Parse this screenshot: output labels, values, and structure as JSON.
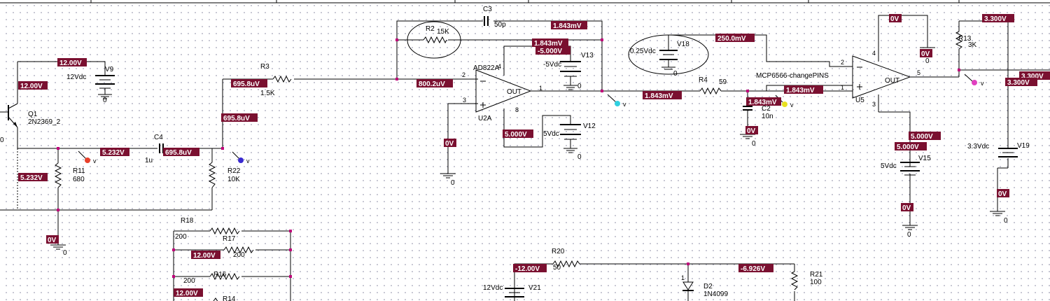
{
  "voltage_labels": {
    "v9_top": "12.00V",
    "q1_c": "12.00V",
    "r11_node": "5.232V",
    "emitter": "5.232V",
    "r3_left": "695.8uV",
    "r22_node": "695.8uV",
    "c4_right": "695.8uV",
    "gnd_r11": "0V",
    "r18_left": "12.00V",
    "r16_left": "12.00V",
    "c3_right": "1.843mV",
    "u2_in": "800.2uV",
    "u2_vplus": "1.843mV",
    "u2_vminus": "-5.000V",
    "u2_vpos": "5.000V",
    "u2_ninp": "0V",
    "u2_out": "1.843mV",
    "v18": "250.0mV",
    "u5_in1": "1.843mV",
    "c2_node": "1.843mV",
    "c2_gnd": "0V",
    "u5_top": "0V",
    "u5_gnd": "0V",
    "u5_vpos": "5.000V",
    "v15_top": "5.000V",
    "v15_gnd": "0V",
    "r13_top": "3.300V",
    "out_a": "3.300V",
    "out_b": "3.300V",
    "v19_gnd": "0V",
    "r20_left": "-12.00V",
    "d2_node": "-6.926V"
  },
  "components": {
    "v9_name": "V9",
    "v9_val": "12Vdc",
    "q1_name": "Q1",
    "q1_model": "2N2369_2",
    "r11_name": "R11",
    "r11_val": "680",
    "c4_name": "C4",
    "c4_val": "1u",
    "r22_name": "R22",
    "r22_val": "10K",
    "r3_name": "R3",
    "r3_val": "1.5K",
    "r2_name": "R2",
    "r2_val": "15K",
    "c3_name": "C3",
    "c3_val": "50p",
    "u2_model": "AD822A",
    "u2_name": "U2A",
    "u2_out_lbl": "OUT",
    "v13_name": "V13",
    "v13_val": "-5Vdc",
    "v12_name": "V12",
    "v12_val": "5Vdc",
    "v18_name": "V18",
    "v18_val": "0.25Vdc",
    "r4_name": "R4",
    "r4_val": "59",
    "c2_name": "C2",
    "c2_val": "10n",
    "u5_model": "MCP6566-changePINS",
    "u5_name": "U5",
    "u5_out_lbl": "OUT",
    "v15_name": "V15",
    "v15_val": "5Vdc",
    "r13_name": "R13",
    "r13_val": "3K",
    "v19_name": "V19",
    "v19_val": "3.3Vdc",
    "r18_name": "R18",
    "r18_val": "200",
    "r17_name": "R17",
    "r17_val": "200",
    "r16_name": "R16",
    "r16_val": "200",
    "r14_name": "R14",
    "r20_name": "R20",
    "r20_val": "50",
    "v21_name": "V21",
    "v21_val": "12Vdc",
    "d2_name": "D2",
    "d2_model": "1N4099",
    "r21_name": "R21",
    "r21_val": "100"
  },
  "pins": {
    "u2_p2": "2",
    "u2_p3": "3",
    "u2_p1": "1",
    "u2_p4": "4",
    "u2_p8": "8",
    "u5_p2": "2",
    "u5_p1": "1",
    "u5_p4": "4",
    "u5_p3": "3",
    "u5_p5": "5",
    "d2_p1": "1",
    "left_edge": "0"
  },
  "grounds": {
    "gnd_label": "0"
  },
  "probe_colors": {
    "r11": "#e8402a",
    "r22": "#3a2ad0",
    "u2_out": "#30d0e0",
    "c2": "#e8e020",
    "out": "#e040c0"
  },
  "label_color": "#7a1030",
  "node_color": "#c0007a"
}
